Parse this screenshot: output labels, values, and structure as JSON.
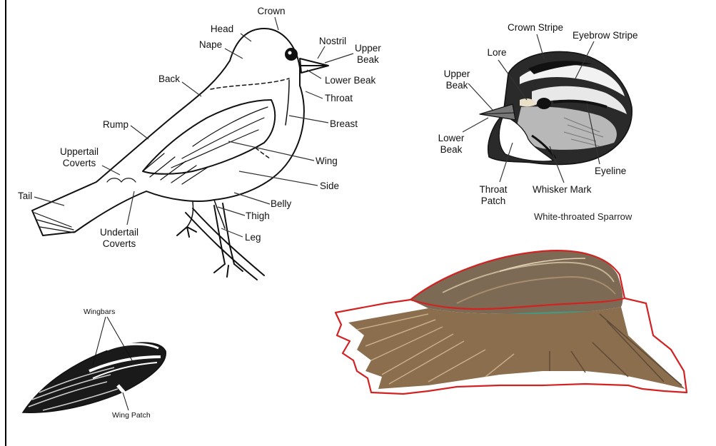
{
  "colors": {
    "ink": "#111111",
    "outline_red": "#d22222",
    "speculum_green": "#3f9b86",
    "feather_brown": "#8b6e4e",
    "feather_light": "#b59a78"
  },
  "songbird_diagram": {
    "labels": {
      "crown": "Crown",
      "head": "Head",
      "nape": "Nape",
      "nostril": "Nostril",
      "upper_beak": "Upper\nBeak",
      "lower_beak": "Lower Beak",
      "back": "Back",
      "throat": "Throat",
      "rump": "Rump",
      "breast": "Breast",
      "uppertail_coverts": "Uppertail\nCoverts",
      "wing": "Wing",
      "side": "Side",
      "tail": "Tail",
      "belly": "Belly",
      "thigh": "Thigh",
      "undertail_coverts": "Undertail\nCoverts",
      "leg": "Leg"
    }
  },
  "sparrow_head": {
    "labels": {
      "crown_stripe": "Crown Stripe",
      "eyebrow_stripe": "Eyebrow Stripe",
      "lore": "Lore",
      "upper_beak": "Upper\nBeak",
      "lower_beak": "Lower\nBeak",
      "eyeline": "Eyeline",
      "throat_patch": "Throat\nPatch",
      "whisker_mark": "Whisker Mark"
    },
    "caption": "White-throated Sparrow"
  },
  "wing_detail": {
    "labels": {
      "wingbars": "Wingbars",
      "wing_patch": "Wing Patch"
    }
  },
  "duck_wing": {
    "icon": "duck-wing-photo"
  }
}
